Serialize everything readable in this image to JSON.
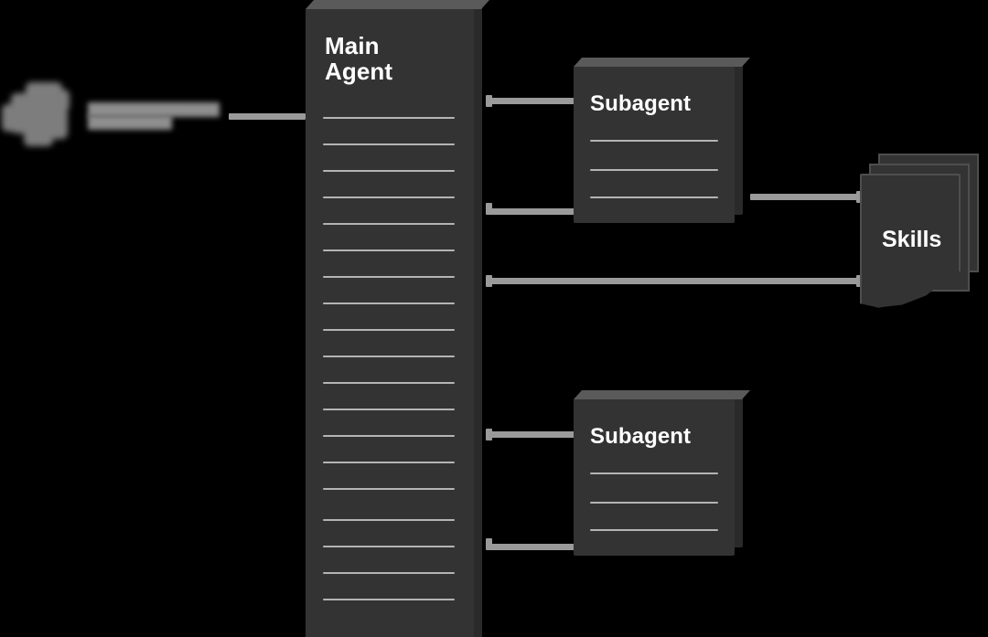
{
  "diagram": {
    "title": "Agent orchestration architecture diagram",
    "background_color": "#000000",
    "box_fill_color": "#333333",
    "box_top_color": "#5a5a5a",
    "box_side_color": "#2a2a2a",
    "rule_color": "#b4b4b4",
    "connector_color": "#9a9a9a",
    "text_color": "#ffffff"
  },
  "nodes": {
    "main_agent": {
      "label": "Main\nAgent",
      "rule_count": 19
    },
    "subagent_top": {
      "label": "Subagent",
      "rule_count": 3
    },
    "subagent_bottom": {
      "label": "Subagent",
      "rule_count": 3
    },
    "skills": {
      "label": "Skills",
      "card_count": 3
    },
    "redacted_source": {
      "label": "",
      "note": "blurred icon and blurred text, illegible"
    }
  },
  "connectors": [
    {
      "name": "main-to-subagent-top-upper"
    },
    {
      "name": "main-to-subagent-top-lower"
    },
    {
      "name": "main-to-skills-direct"
    },
    {
      "name": "subagent-top-to-skills"
    },
    {
      "name": "main-to-subagent-bottom-upper"
    },
    {
      "name": "main-to-subagent-bottom-lower"
    },
    {
      "name": "redacted-to-main"
    }
  ]
}
